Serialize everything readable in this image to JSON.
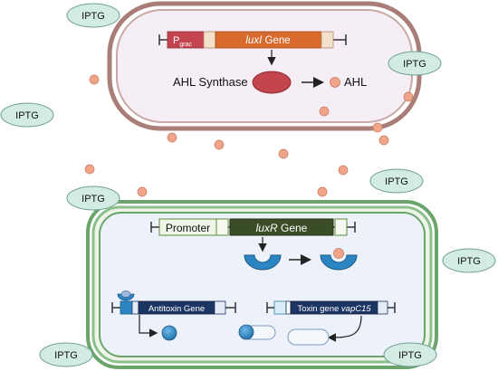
{
  "colors": {
    "outer_cell_border": "#a97d78",
    "outer_cell_fill": "#f6eef7",
    "inner_cell_border": "#6aa56b",
    "inner_cell_fill": "#ecf1fa",
    "ahl_dot": "#f0a58a",
    "iptg_fill": "#d3ece3",
    "iptg_border": "#6f9f93",
    "promoter_red": "#c4444f",
    "luxi_orange": "#d96a2d",
    "luxr_dark": "#3a4d27",
    "navy_gene": "#1c3563",
    "blue_protein": "#2c86c4"
  },
  "iptg_label": "IPTG",
  "top_cell": {
    "promoter": "P",
    "promoter_sub": "grac",
    "gene_italic": "luxI",
    "gene_suffix": " Gene",
    "synthase_label": "AHL Synthase",
    "product_label": "AHL"
  },
  "bottom_cell": {
    "promoter_label": "Promoter",
    "luxr_italic": "luxR",
    "luxr_suffix": " Gene",
    "antitoxin_label": "Antitoxin Gene",
    "toxin_label": "Toxin gene ",
    "toxin_italic": "vapC15"
  },
  "icons": [
    "arrow-icon",
    "receptor-icon",
    "protein-icon",
    "molecule-icon"
  ]
}
